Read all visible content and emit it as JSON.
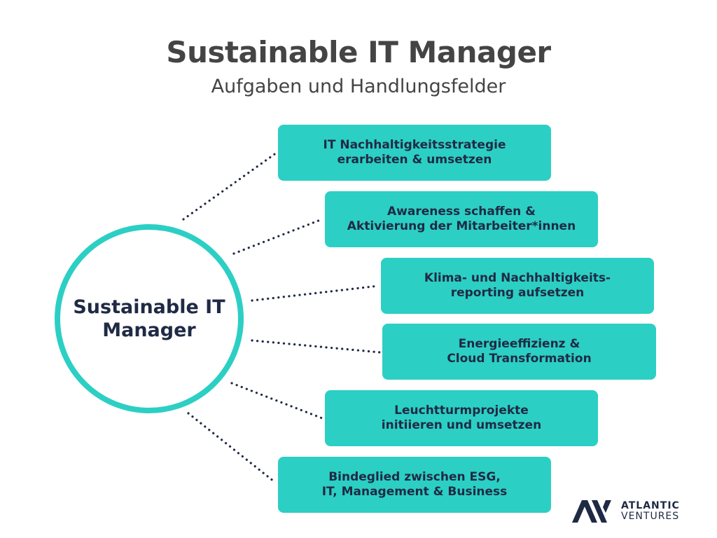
{
  "header": {
    "title": "Sustainable IT Manager",
    "subtitle": "Aufgaben und Handlungsfelder"
  },
  "hub": {
    "label": "Sustainable IT Manager"
  },
  "tasks": [
    {
      "label": "IT Nachhaltigkeitsstrategie\nerarbeiten & umsetzen"
    },
    {
      "label": "Awareness schaffen &\nAktivierung der Mitarbeiter*innen"
    },
    {
      "label": "Klima- und Nachhaltigkeits-\nreporting aufsetzen"
    },
    {
      "label": "Energieeffizienz &\nCloud Transformation"
    },
    {
      "label": "Leuchtturmprojekte\ninitiieren und umsetzen"
    },
    {
      "label": "Bindeglied zwischen ESG,\nIT, Management & Business"
    }
  ],
  "brand": {
    "logo_icon": "atlantic-ventures-logo-icon",
    "line1": "ATLANTIC",
    "line2": "VENTURES"
  },
  "colors": {
    "accent": "#2ccfc4",
    "text_dark": "#1f2a44",
    "title_gray": "#444444",
    "dots": "#1f2a44"
  }
}
